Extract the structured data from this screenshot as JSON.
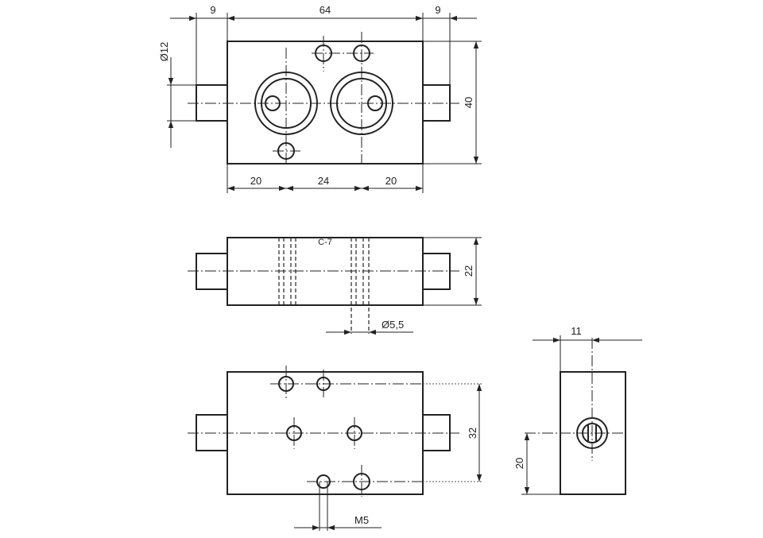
{
  "dimensions": {
    "top_left_offset": "9",
    "overall_length": "64",
    "top_right_offset": "9",
    "port_diameter": "Ø12",
    "body_height": "40",
    "spacing_left": "20",
    "spacing_middle": "24",
    "spacing_right": "20",
    "side_height": "22",
    "hole_diameter": "Ø5,5",
    "end_width": "11",
    "bottom_hole_span": "32",
    "end_height": "20",
    "thread": "M5"
  },
  "marks": {
    "cut_label": "C-7"
  }
}
